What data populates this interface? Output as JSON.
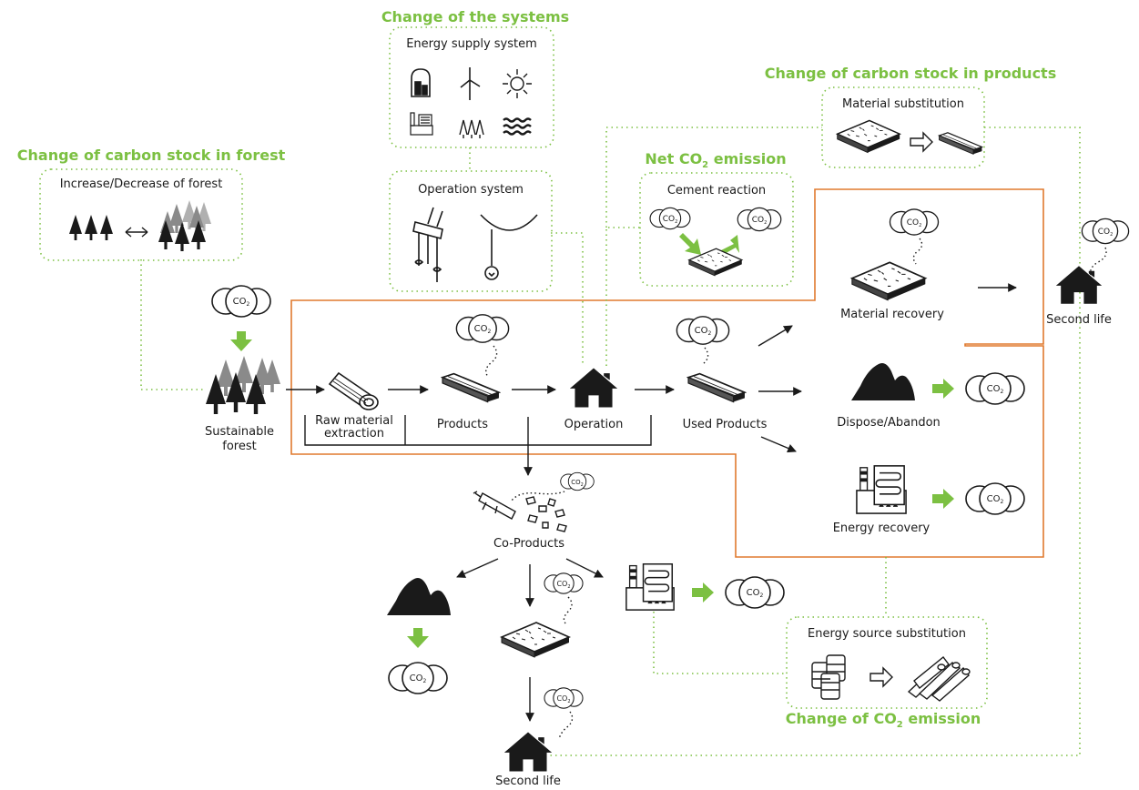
{
  "headings": {
    "change_systems": "Change of the systems",
    "change_forest": "Change of carbon stock in forest",
    "change_products": "Change of carbon stock in products",
    "net_emission_pre": "Net CO",
    "net_emission_sub": "2",
    "net_emission_post": " emission",
    "change_emission_pre": "Change of CO",
    "change_emission_sub": "2",
    "change_emission_post": " emission"
  },
  "boxes": {
    "energy_supply": "Energy supply system",
    "operation_system": "Operation system",
    "increase_decrease": "Increase/Decrease of forest",
    "cement_reaction": "Cement reaction",
    "material_substitution": "Material substitution",
    "energy_source_substitution": "Energy source substitution"
  },
  "nodes": {
    "forest_line1": "Sustainable",
    "forest_line2": "forest",
    "raw_line1": "Raw material",
    "raw_line2": "extraction",
    "products": "Products",
    "operation": "Operation",
    "used_products": "Used Products",
    "material_recovery": "Material recovery",
    "dispose": "Dispose/Abandon",
    "energy_recovery": "Energy recovery",
    "second_life_right": "Second life",
    "co_products": "Co-Products",
    "second_life_bottom": "Second life"
  },
  "co2": {
    "main": "CO",
    "sub": "2"
  },
  "colors": {
    "accent_green": "#7cc042",
    "boundary_orange": "#e07a2e",
    "icon_black": "#1a1a1a",
    "tree_grey": "#8a8a8a"
  },
  "icons": [
    "nuclear-plant-icon",
    "wind-turbine-icon",
    "sun-icon",
    "factory-icon",
    "forest-icon",
    "wave-icon",
    "plug-icon",
    "light-bulb-icon",
    "house-icon",
    "log-icon",
    "lumber-icon",
    "board-icon",
    "mountain-icon",
    "power-plant-icon",
    "oil-barrel-icon",
    "firewood-icon",
    "co2-cloud-icon",
    "arrow-icon"
  ]
}
